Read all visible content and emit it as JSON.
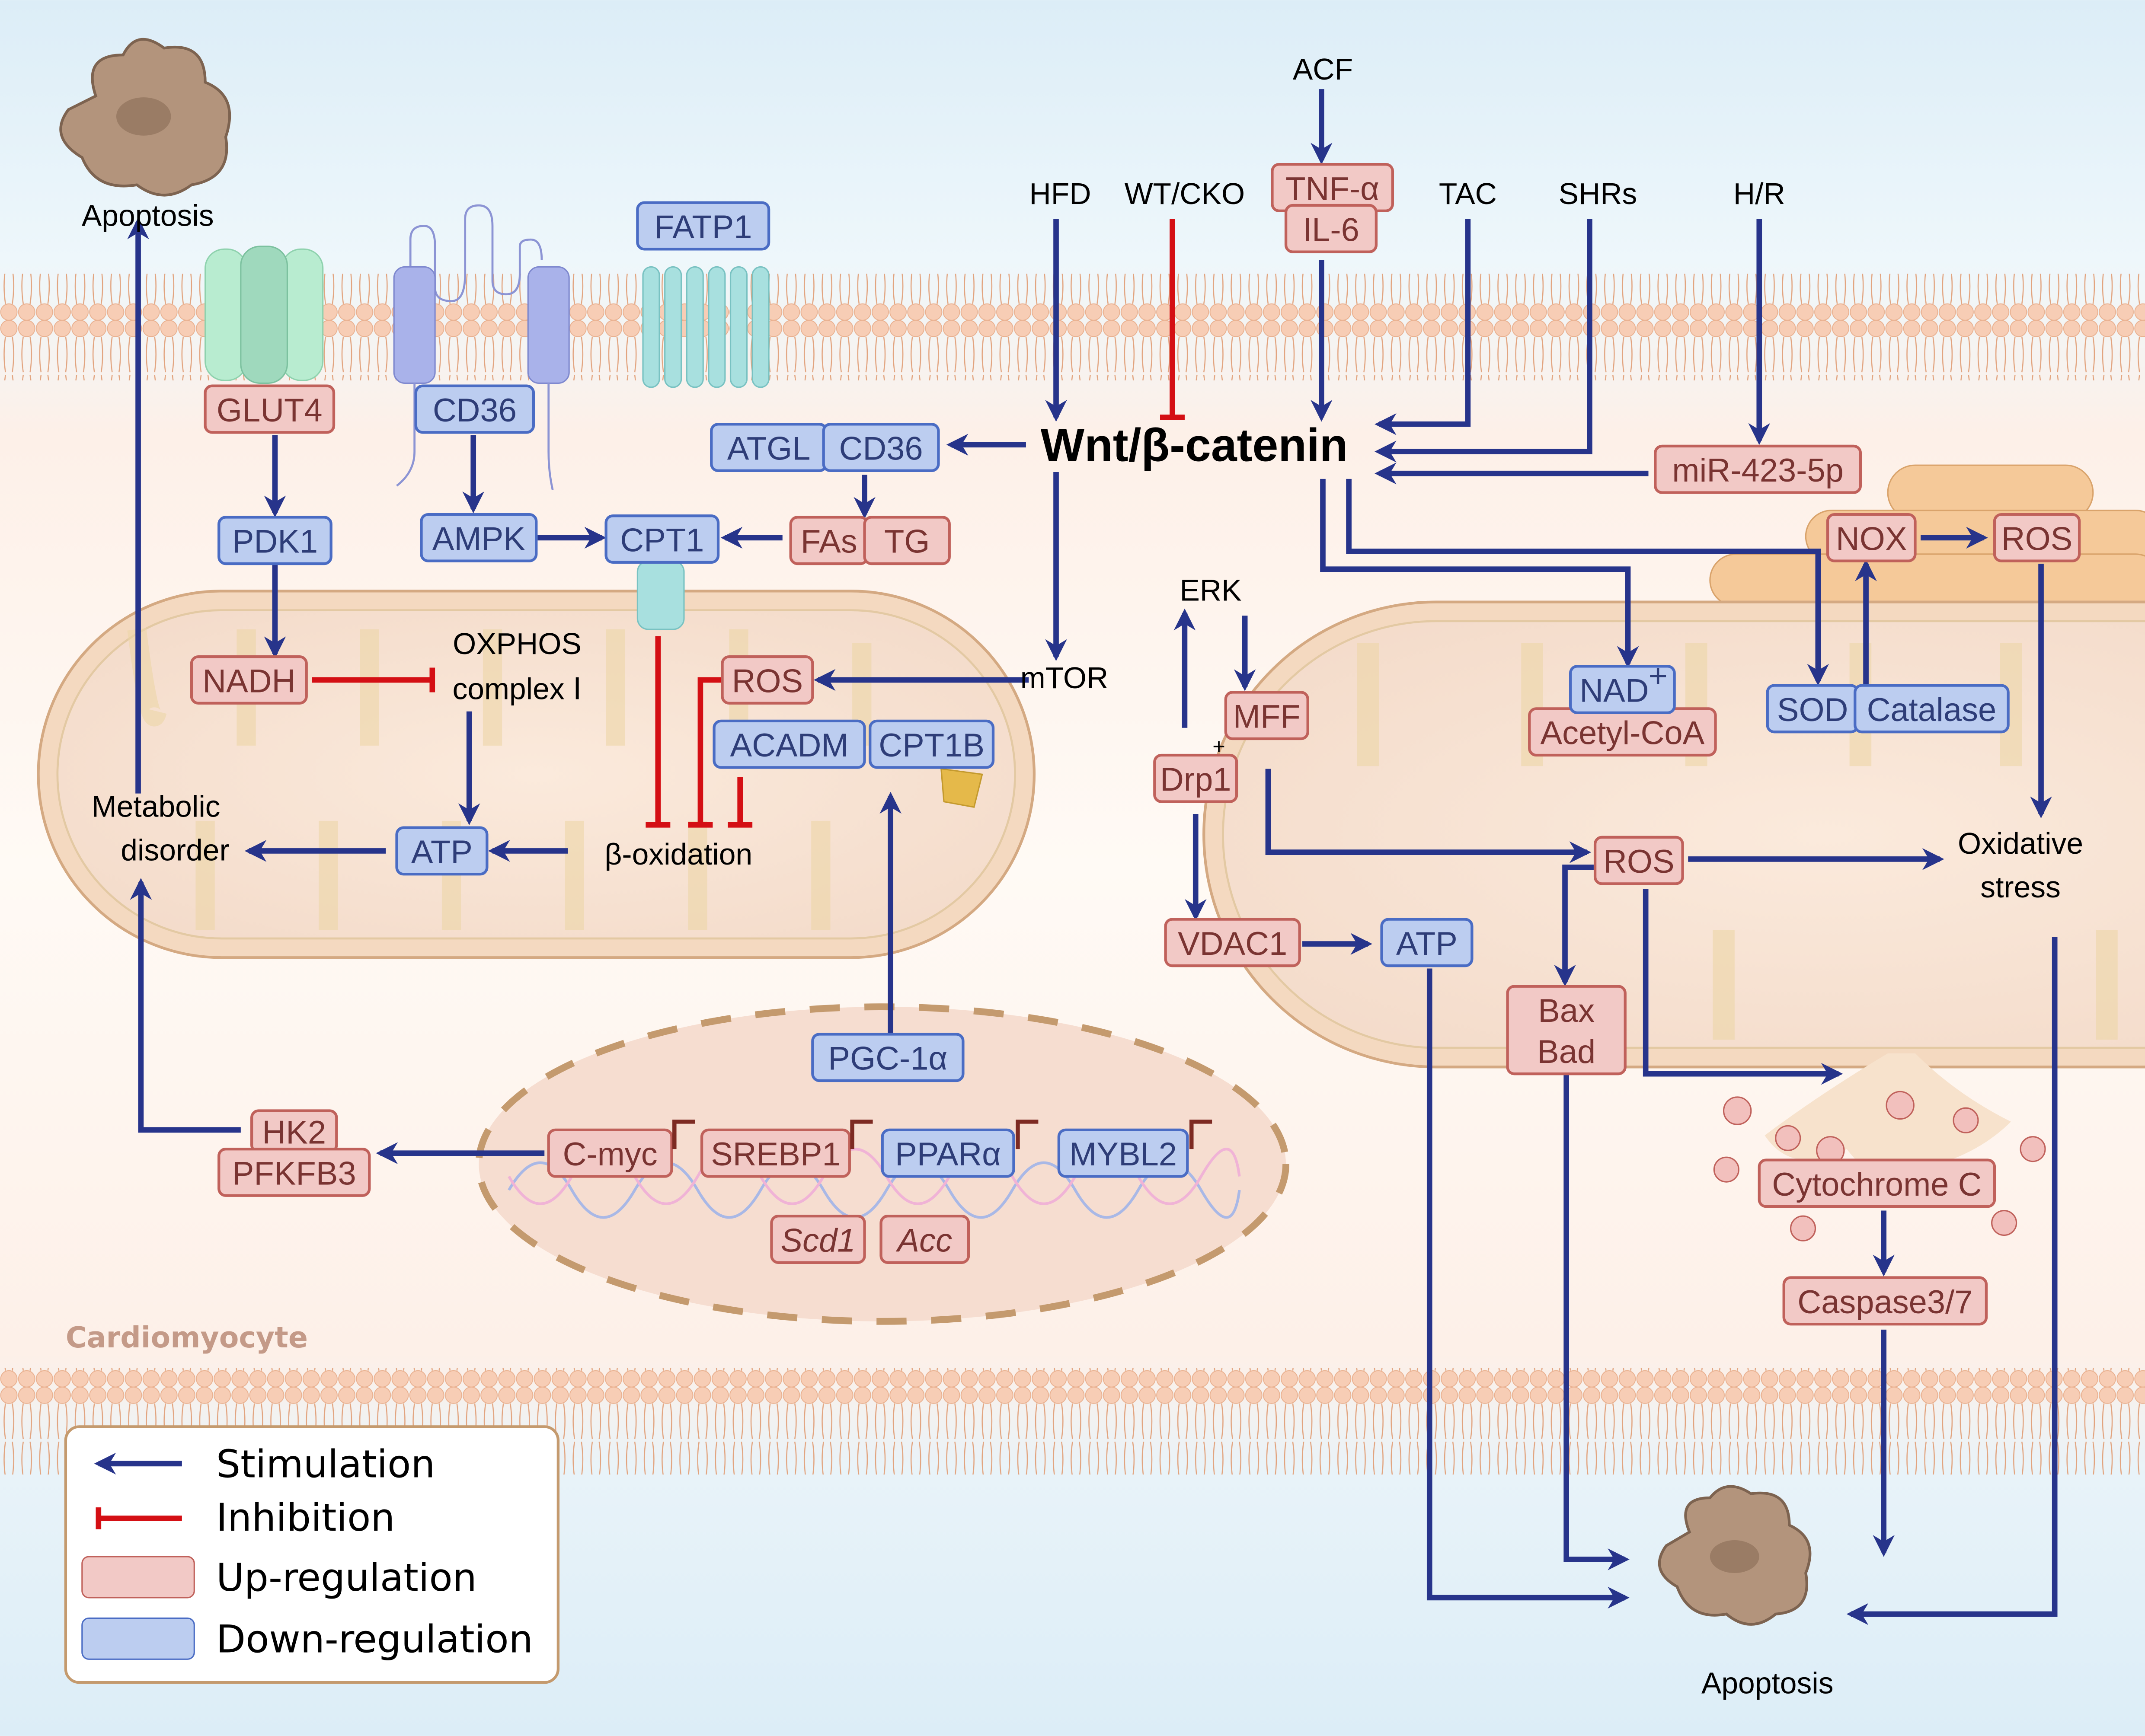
{
  "cell_label": "Cardiomyocyte",
  "stimuli": {
    "acf": "ACF",
    "hfd": "HFD",
    "wt_cko": "WT/CKO",
    "tac": "TAC",
    "shrs": "SHRs",
    "hr": "H/R"
  },
  "hub": "Wnt/β-catenin",
  "outcomes": {
    "apoptosis_top": "Apoptosis",
    "apoptosis_bottom": "Apoptosis",
    "metabolic_1": "Metabolic",
    "metabolic_2": "disorder",
    "oxphos_1": "OXPHOS",
    "oxphos_2": "complex Ⅰ",
    "beta_ox": "β-oxidation",
    "mtor": "mTOR",
    "erk": "ERK",
    "oxidative_1": "Oxidative",
    "oxidative_2": "stress",
    "plus": "+"
  },
  "up_boxes": {
    "tnf": "TNF-α",
    "il6": "IL-6",
    "glut4": "GLUT4",
    "fas": "FAs",
    "tg": "TG",
    "nadh": "NADH",
    "ros_left": "ROS",
    "mir": "miR-423-5p",
    "nox": "NOX",
    "ros_er": "ROS",
    "mff": "MFF",
    "drp1": "Drp1",
    "vdac1": "VDAC1",
    "acetyl": "Acetyl-CoA",
    "ros_right": "ROS",
    "bax": "Bax",
    "bad": "Bad",
    "cytc": "Cytochrome C",
    "casp": "Caspase3/7",
    "hk2": "HK2",
    "pfkfb3": "PFKFB3",
    "cmyc": "C-myc",
    "srebp1": "SREBP1",
    "scd1": "Scd1",
    "acc": "Acc"
  },
  "down_boxes": {
    "fatp1": "FATP1",
    "cd36_mem": "CD36",
    "pdk1": "PDK1",
    "ampk": "AMPK",
    "cpt1": "CPT1",
    "atgl": "ATGL",
    "cd36": "CD36",
    "acadm": "ACADM",
    "cpt1b": "CPT1B",
    "atp_left": "ATP",
    "atp_right": "ATP",
    "nad": "NAD",
    "nad_sup": "+",
    "sod": "SOD",
    "catalase": "Catalase",
    "pgc": "PGC-1α",
    "ppara": "PPARα",
    "mybl2": "MYBL2"
  },
  "legend": {
    "stimulation": "Stimulation",
    "inhibition": "Inhibition",
    "up": "Up-regulation",
    "down": "Down-regulation"
  },
  "colors": {
    "stimulation": "#27348b",
    "inhibition": "#d40f14",
    "up_fill": "#f2c9c6",
    "down_fill": "#bccdf0"
  }
}
